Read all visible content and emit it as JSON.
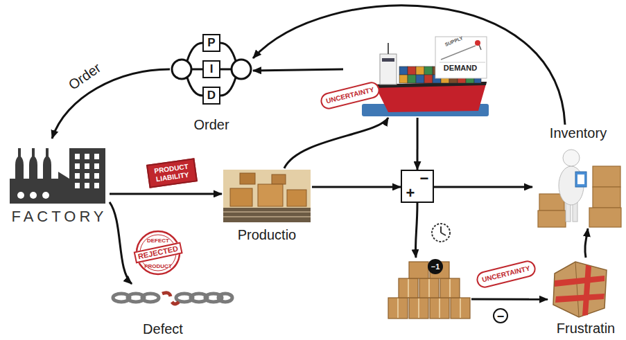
{
  "diagram": {
    "nodes": [
      {
        "text": [
          "Order"
        ]
      },
      {
        "text": [
          "P"
        ],
        "in": 0
      },
      {
        "text": [
          "I"
        ],
        "in": 0
      },
      {
        "text": [
          "D"
        ],
        "in": 0
      },
      {
        "text": [
          "SUPPLY",
          "DEMAND"
        ]
      },
      {
        "text": [
          "FACTORY"
        ]
      },
      {
        "text": [
          "Inventory"
        ]
      },
      {
        "text": [
          "Productio"
        ]
      },
      {
        "text": [
          "−",
          "+"
        ]
      },
      {
        "text": [
          "Defect"
        ]
      },
      {
        "text": [
          "−1"
        ]
      },
      {
        "text": [
          "Frustratin"
        ]
      }
    ],
    "edges": [
      {
        "from": 0,
        "to": 5,
        "label": "Order",
        "arrow": "to"
      },
      {
        "from": 5,
        "to": 7,
        "arrow": "to"
      },
      {
        "from": 5,
        "to": 9,
        "arrow": "to"
      },
      {
        "from": 7,
        "to": 4,
        "arrow": "to"
      },
      {
        "from": 4,
        "to": 0,
        "arrow": "to"
      },
      {
        "from": 6,
        "to": 0,
        "arrow": "to"
      },
      {
        "from": 7,
        "to": 8,
        "arrow": "to"
      },
      {
        "from": 4,
        "to": 8,
        "arrow": "to"
      },
      {
        "from": 8,
        "to": 6,
        "arrow": "to"
      },
      {
        "from": 8,
        "to": 10,
        "arrow": "to"
      },
      {
        "from": 10,
        "to": 11,
        "label": "−",
        "arrow": "to"
      },
      {
        "from": 11,
        "to": 6,
        "arrow": "to"
      }
    ],
    "labels": [
      "PRODUCT LIABILITY",
      "UNCERTAINTY",
      "UNCERTAINTY",
      "DEFECT",
      "REJECTED",
      "PRODUCT"
    ]
  }
}
